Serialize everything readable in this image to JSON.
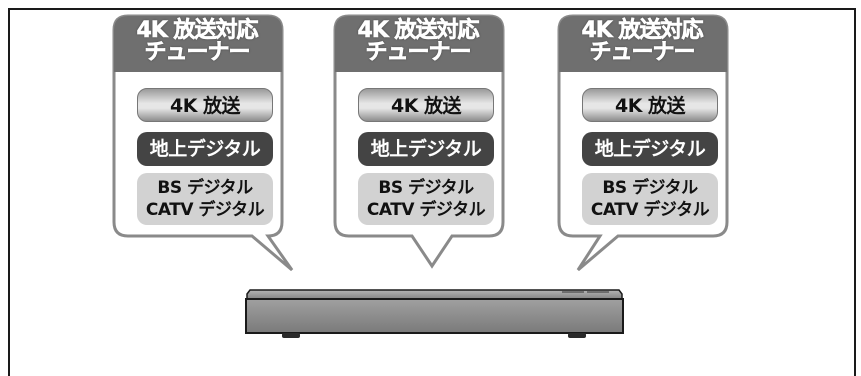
{
  "tuners": [
    {
      "title_line1": "4K 放送対応",
      "title_line2": "チューナー",
      "pill_4k": "4K 放送",
      "pill_terrestrial": "地上デジタル",
      "pill_bs_line1": "BS デジタル",
      "pill_bs_line2": "CATV デジタル"
    },
    {
      "title_line1": "4K 放送対応",
      "title_line2": "チューナー",
      "pill_4k": "4K 放送",
      "pill_terrestrial": "地上デジタル",
      "pill_bs_line1": "BS デジタル",
      "pill_bs_line2": "CATV デジタル"
    },
    {
      "title_line1": "4K 放送対応",
      "title_line2": "チューナー",
      "pill_4k": "4K 放送",
      "pill_terrestrial": "地上デジタル",
      "pill_bs_line1": "BS デジタル",
      "pill_bs_line2": "CATV デジタル"
    }
  ],
  "colors": {
    "bubble_header": "#6f6f6f",
    "bubble_border": "#8a8a8a",
    "terrestrial_pill": "#444444",
    "bs_pill": "#d2d2d2",
    "device_body": "#8e8e8e"
  }
}
